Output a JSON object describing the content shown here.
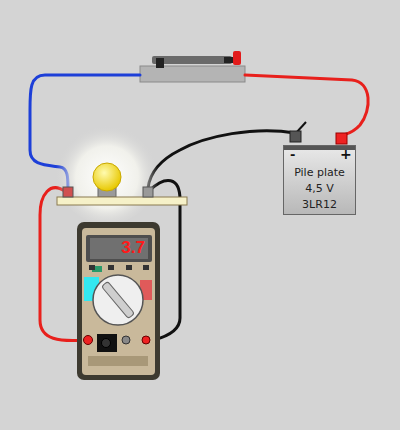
{
  "diagram": {
    "nodes": [
      {
        "text": [
          "Pile plate",
          "4,5 V",
          "3LR12"
        ]
      },
      {
        "text": [
          "3.7"
        ]
      }
    ],
    "labels": [
      "-",
      "+"
    ]
  }
}
